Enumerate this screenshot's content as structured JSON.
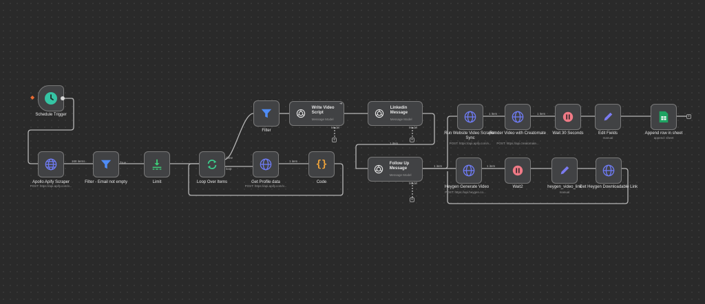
{
  "nodes": [
    {
      "id": "schedule",
      "label": "Schedule Trigger",
      "sub": ""
    },
    {
      "id": "apollo",
      "label": "Apollo Apify Scraper",
      "sub": "POST: https://api.apify.com/v..."
    },
    {
      "id": "filter_email",
      "label": "Filter - Email not empty",
      "sub": ""
    },
    {
      "id": "limit",
      "label": "Limit",
      "sub": ""
    },
    {
      "id": "loop",
      "label": "Loop Over Items",
      "sub": ""
    },
    {
      "id": "filter",
      "label": "Filter",
      "sub": ""
    },
    {
      "id": "get_profile",
      "label": "Get Profile data",
      "sub": "POST: https://api.apify.com/v..."
    },
    {
      "id": "code",
      "label": "Code",
      "sub": ""
    },
    {
      "id": "write_script",
      "label": "Write Video Script",
      "sub": "Message Model"
    },
    {
      "id": "linkedin",
      "label": "Linkedin Message",
      "sub": "Message Model"
    },
    {
      "id": "follow_up",
      "label": "Follow Up Message",
      "sub": "Message Model"
    },
    {
      "id": "run_scraper",
      "label": "Run Website Video Scraper: Sync",
      "sub": "POST: https://api.apify.com/v..."
    },
    {
      "id": "render_video",
      "label": "Render Video with Creatomate",
      "sub": "POST: https://api.creatomate..."
    },
    {
      "id": "wait30",
      "label": "Wait 30 Seconds",
      "sub": ""
    },
    {
      "id": "edit_fields",
      "label": "Edit Fields",
      "sub": "manual"
    },
    {
      "id": "append_row",
      "label": "Append row in sheet",
      "sub": "append: sheet"
    },
    {
      "id": "heygen",
      "label": "Heygen Generate Video",
      "sub": "POST: https://api.heygen.co..."
    },
    {
      "id": "wait2",
      "label": "Wait2",
      "sub": ""
    },
    {
      "id": "heygen_link",
      "label": "heygen_video_link",
      "sub": "manual"
    },
    {
      "id": "get_heygen",
      "label": "Get Heygen Downloadable Link",
      "sub": ""
    }
  ],
  "edges": {
    "apollo_filter": "168 items",
    "filter_true": "True",
    "loop_done": "done",
    "loop_loop": "loop",
    "profile_code": "1 item",
    "linkedin_follow": "1 item",
    "follow_heygen": "1 item",
    "run_render": "1 item",
    "render_wait": "1 item",
    "heygen_wait2": "1 item"
  },
  "model_port_label": "Model",
  "icons": [
    "clock-icon",
    "globe-icon",
    "filter-icon",
    "limit-icon",
    "loop-icon",
    "code-braces-icon",
    "openai-icon",
    "pause-icon",
    "pencil-icon",
    "sheets-icon"
  ],
  "colors": {
    "trigger": "#35c4a4",
    "http": "#6e7bf2",
    "filter": "#4f8cf5",
    "limit": "#3ed27a",
    "loop": "#3ccf8e",
    "code": "#f0a43a",
    "wait": "#f07a86",
    "edit": "#7b7bf0",
    "sheets": "#1fa463"
  }
}
